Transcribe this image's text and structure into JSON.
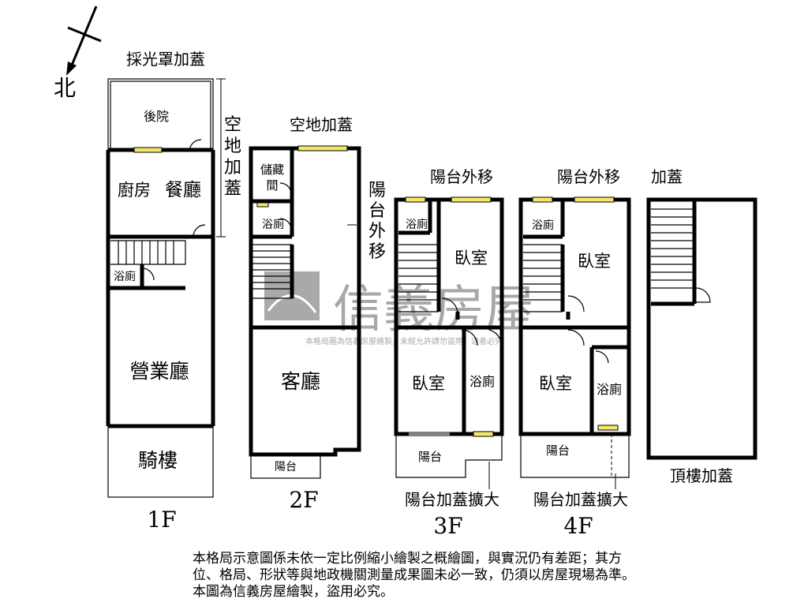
{
  "compass": {
    "label": "北"
  },
  "floor_1": {
    "title": "1F",
    "top_label": "採光罩加蓋",
    "side_label": "空地加蓋",
    "rooms": [
      "後院",
      "廚房",
      "餐廳",
      "浴廁",
      "營業廳",
      "騎樓"
    ]
  },
  "floor_2": {
    "title": "2F",
    "top_label": "空地加蓋",
    "side_label": "陽台外移",
    "rooms": [
      "儲藏間",
      "浴廁",
      "客廳",
      "陽台"
    ]
  },
  "floor_3": {
    "title": "3F",
    "top_label": "陽台外移",
    "bottom_label": "陽台加蓋擴大",
    "rooms": [
      "浴廁",
      "臥室",
      "臥室",
      "浴廁",
      "陽台"
    ]
  },
  "floor_4": {
    "title": "4F",
    "top_label": "陽台外移",
    "bottom_label": "陽台加蓋擴大",
    "rooms": [
      "浴廁",
      "臥室",
      "臥室",
      "浴廁",
      "陽台"
    ]
  },
  "roof": {
    "top_label": "加蓋",
    "bottom_label": "頂樓加蓋"
  },
  "watermark": {
    "brand": "信義房屋",
    "notice": "本格局圖為信義房屋繪製，未經允許請勿盜用，違者必究"
  },
  "disclaimer": {
    "line1": "本格局示意圖係未依一定比例縮小繪製之概繪圖，與實況仍有差距；其方",
    "line2": "位、格局、形狀等與地政機關測量成果圖未必一致，仍須以房屋現場為準。",
    "line3": "本圖為信義房屋繪製，盜用必究。"
  }
}
